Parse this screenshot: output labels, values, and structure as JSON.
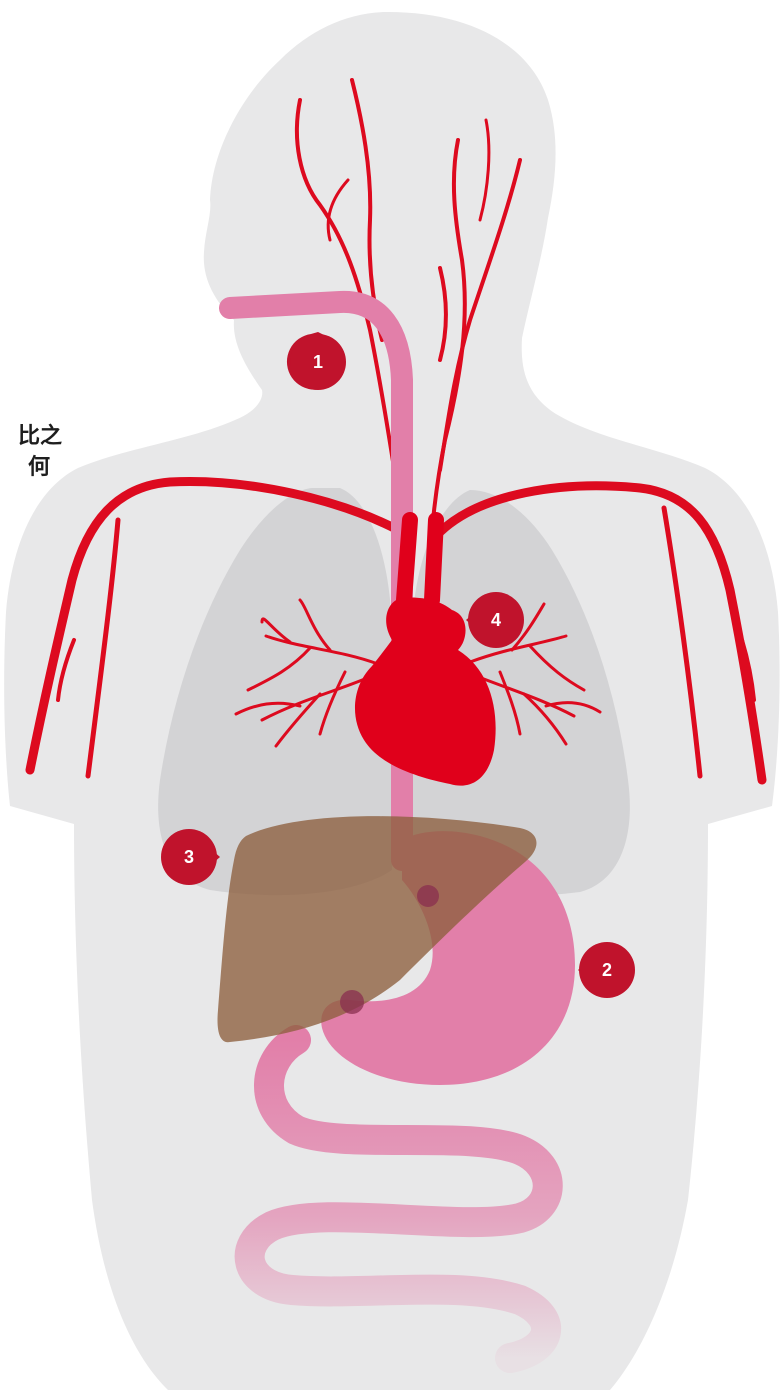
{
  "side_text": [
    "比之",
    "何"
  ],
  "markers": [
    {
      "label": "1",
      "organ": "esophagus"
    },
    {
      "label": "2",
      "organ": "stomach"
    },
    {
      "label": "3",
      "organ": "liver"
    },
    {
      "label": "4",
      "organ": "heart"
    }
  ],
  "colors": {
    "body": "#e8e8e9",
    "lungs": "#cfcfd1",
    "vessels": "#dd0a1f",
    "heart": "#e0001b",
    "digestive": "#e27fa9",
    "liver": "#8d5f3e",
    "marker": "#c0132c",
    "marker_text": "#ffffff"
  }
}
